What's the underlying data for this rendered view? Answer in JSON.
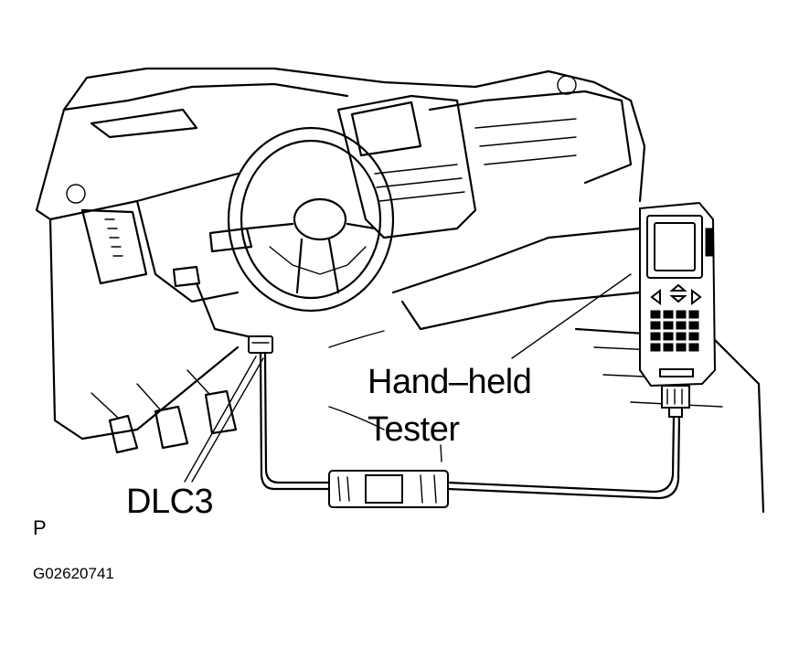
{
  "labels": {
    "tester": "Hand–held\nTester",
    "dlc": "DLC3",
    "view_code": "P",
    "figure_id": "G02620741"
  }
}
